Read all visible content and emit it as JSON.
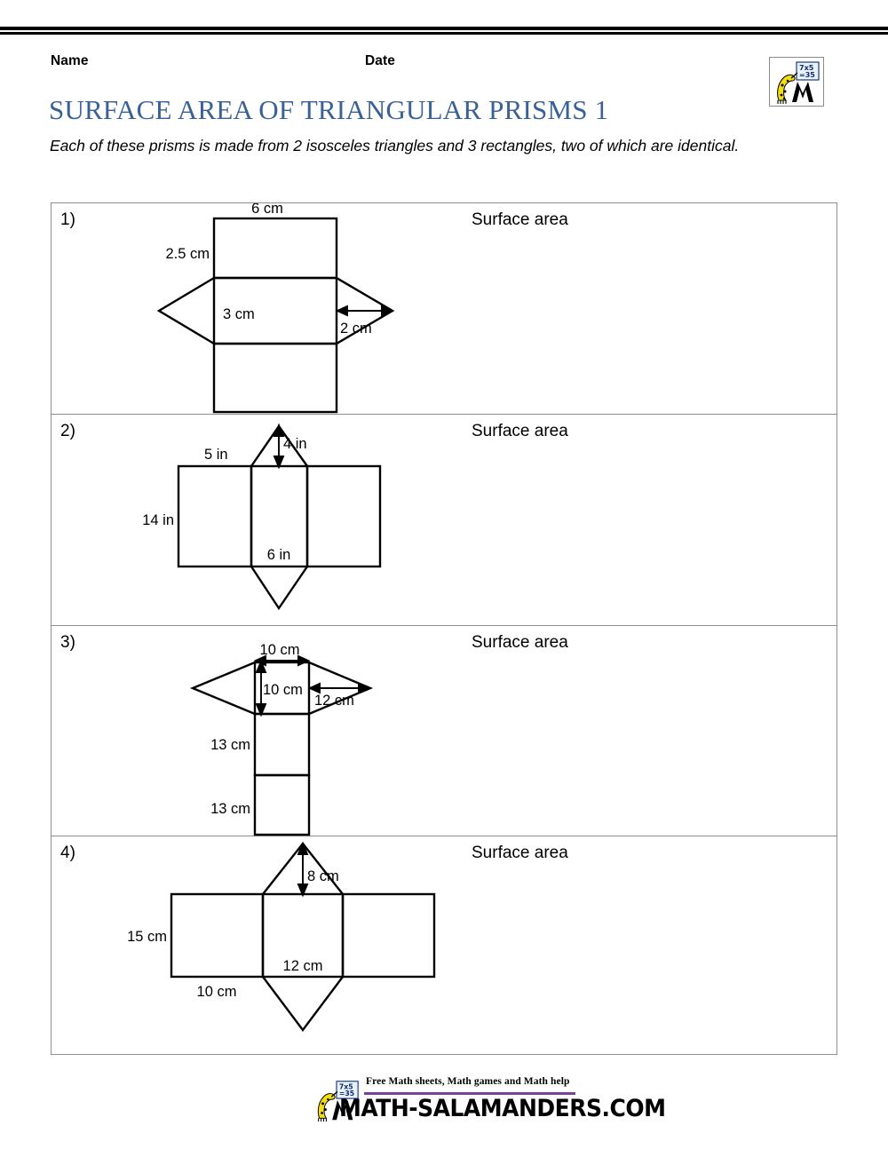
{
  "header": {
    "name_label": "Name",
    "date_label": "Date",
    "title": "SURFACE AREA OF TRIANGULAR PRISMS 1",
    "intro": "Each of these prisms is made from 2 isosceles triangles and 3 rectangles, two of which are identical."
  },
  "logo": {
    "board_line1": "7x5",
    "board_line2": "=35"
  },
  "answer_prompt": "Surface area",
  "problems": [
    {
      "number": "1)",
      "layout": "vertical-stack-3-rects-triangles-mid",
      "labels": {
        "top_width": "6 cm",
        "top_height": "2.5 cm",
        "mid_height": "3 cm",
        "tri_width": "2 cm"
      }
    },
    {
      "number": "2)",
      "layout": "horizontal-3-rects-triangles-top-bottom",
      "labels": {
        "left_width": "5 in",
        "tri_height": "4 in",
        "rect_height": "14 in",
        "base_width": "6 in"
      }
    },
    {
      "number": "3)",
      "layout": "vertical-stack-3-rects-triangles-top",
      "labels": {
        "top_width": "10 cm",
        "top_height": "10 cm",
        "tri_width": "12 cm",
        "mid_height": "13 cm",
        "bottom_height": "13 cm"
      }
    },
    {
      "number": "4)",
      "layout": "horizontal-3-rects-triangles-top-bottom",
      "labels": {
        "tri_height": "8 cm",
        "rect_height": "15 cm",
        "base_width": "12 cm",
        "side_width": "10 cm"
      }
    }
  ],
  "footer": {
    "tagline": "Free Math sheets, Math games and Math help",
    "domain": "MATH-SALAMANDERS.COM",
    "accent_color": "#7B3FA0"
  },
  "colors": {
    "title_blue": "#3A6197",
    "table_border": "#8e8e8e",
    "ink": "#000000"
  }
}
